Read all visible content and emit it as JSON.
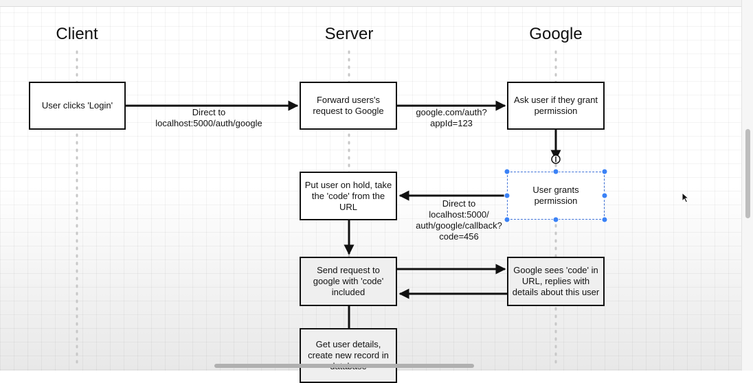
{
  "columns": {
    "client": "Client",
    "server": "Server",
    "google": "Google"
  },
  "boxes": {
    "user_clicks_login": "User clicks 'Login'",
    "forward_request": "Forward users's request to Google",
    "ask_permission": "Ask user if they grant permission",
    "user_grants": "User grants permission",
    "put_on_hold": "Put user on hold, take the 'code' from the URL",
    "send_request": "Send request to google with 'code' included",
    "google_sees_code": "Google sees 'code' in URL, replies with details about this user",
    "get_user_details": "Get user details, create new record in database"
  },
  "arrow_labels": {
    "direct_to_auth": [
      "Direct to",
      "localhost:5000/auth/google"
    ],
    "google_auth_url": [
      "google.com/auth?",
      "appId=123"
    ],
    "direct_to_callback": [
      "Direct to",
      "localhost:5000/",
      "auth/google/callback?",
      "code=456"
    ]
  },
  "colors": {
    "stroke": "#111111",
    "selection": "#3b82f6",
    "lifeline": "#c8c8c8"
  }
}
